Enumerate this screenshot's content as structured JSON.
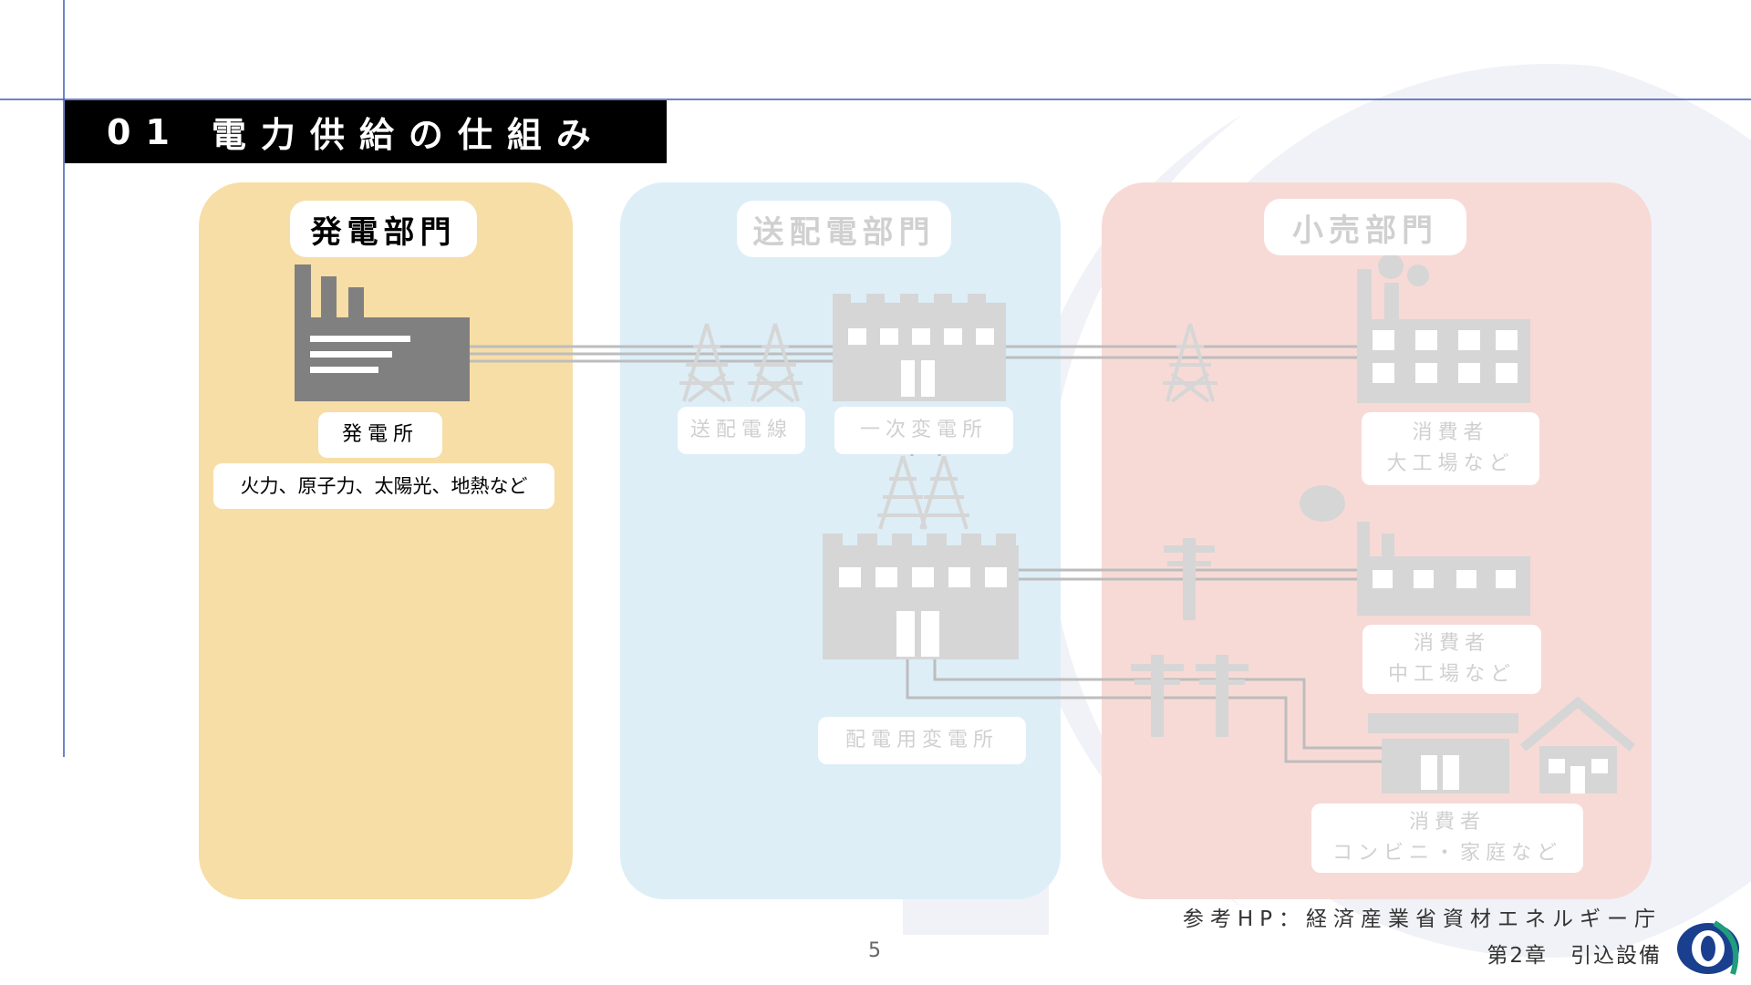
{
  "slide": {
    "title_number": "01",
    "title": "電力供給の仕組み",
    "page_number": "5",
    "source": "参考HP：経済産業省資材エネルギー庁",
    "chapter": "第2章　引込設備"
  },
  "sections": {
    "generation": {
      "heading": "発電部門",
      "facility_label": "発電所",
      "facility_note": "火力、原子力、太陽光、地熱など"
    },
    "transmission": {
      "heading": "送配電部門",
      "line_label": "送配電線",
      "primary_substation_label": "一次変電所",
      "distribution_substation_label": "配電用変電所"
    },
    "retail": {
      "heading": "小売部門",
      "large_consumer_line1": "消費者",
      "large_consumer_line2": "大工場など",
      "medium_consumer_line1": "消費者",
      "medium_consumer_line2": "中工場など",
      "small_consumer_line1": "消費者",
      "small_consumer_line2": "コンビニ・家庭など"
    }
  },
  "colors": {
    "generation_panel": "#f7dea6",
    "transmission_panel": "#ddeef7",
    "retail_panel": "#f7dad6",
    "title_bar": "#000000",
    "guide_line": "#3b5bb5",
    "active_icon": "#808080",
    "faded_icon": "#d6d6d6",
    "logo": "#1a3f8f"
  },
  "icons": [
    "power-plant-icon",
    "transmission-tower-icon",
    "substation-icon",
    "factory-icon",
    "utility-pole-icon",
    "store-icon",
    "house-icon",
    "logo-icon"
  ]
}
